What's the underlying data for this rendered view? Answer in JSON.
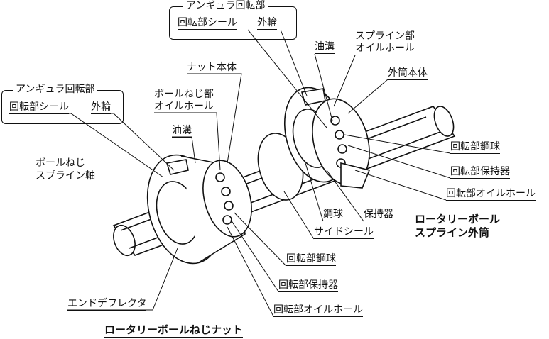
{
  "diagram": {
    "right_unit": {
      "angular_group": {
        "title": "アンギュラ回転部",
        "seal": "回転部シール",
        "outer_ring": "外輪"
      },
      "oil_groove": "油溝",
      "spline_oil_hole": [
        "スプライン部",
        "オイルホール"
      ],
      "outer_body": "外筒本体",
      "rot_ball": "回転部鋼球",
      "rot_retainer": "回転部保持器",
      "rot_oil_hole": "回転部オイルホール",
      "ball": "鋼球",
      "retainer": "保持器",
      "side_seal": "サイドシール",
      "name": [
        "ロータリーボール",
        "スプライン外筒"
      ]
    },
    "left_unit": {
      "angular_group": {
        "title": "アンギュラ回転部",
        "seal": "回転部シール",
        "outer_ring": "外輪"
      },
      "nut_body": "ナット本体",
      "screw_oil_hole": [
        "ボールねじ部",
        "オイルホール"
      ],
      "oil_groove": "油溝",
      "shaft": [
        "ボールねじ",
        "スプライン軸"
      ],
      "rot_ball": "回転部鋼球",
      "rot_retainer": "回転部保持器",
      "rot_oil_hole": "回転部オイルホール",
      "end_deflector": "エンドデフレクタ",
      "name": "ロータリーボールねじナット"
    }
  }
}
